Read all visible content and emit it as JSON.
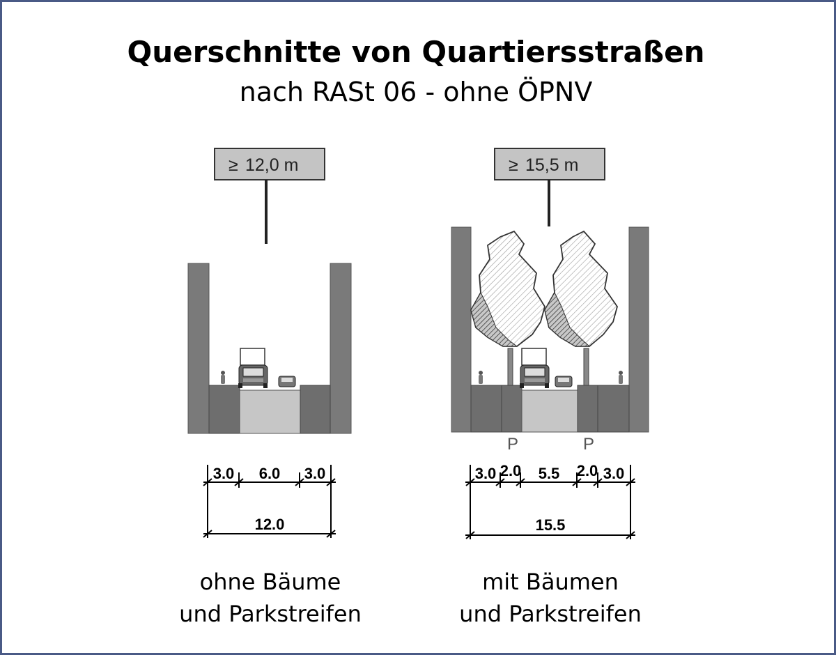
{
  "header": {
    "title": "Querschnitte von Quartiersstraßen",
    "subtitle": "nach RASt 06 - ohne ÖPNV"
  },
  "left_section": {
    "sign_label": "12,0 m",
    "sign_symbol": "≥",
    "dimensions": [
      "3.0",
      "6.0",
      "3.0"
    ],
    "total": "12.0",
    "caption_line1": "ohne Bäume",
    "caption_line2": "und Parkstreifen"
  },
  "right_section": {
    "sign_label": "15,5 m",
    "sign_symbol": "≥",
    "parking_marker": "P",
    "dimensions": [
      "3.0",
      "2.0",
      "5.5",
      "2.0",
      "3.0"
    ],
    "total": "15.5",
    "caption_line1": "mit Bäumen",
    "caption_line2": "und Parkstreifen"
  },
  "colors": {
    "frame_border": "#4a5a86",
    "building": "#7a7a7a",
    "sidewalk": "#6e6e6e",
    "roadway": "#c6c6c6",
    "sign_fill": "#c4c4c4"
  }
}
